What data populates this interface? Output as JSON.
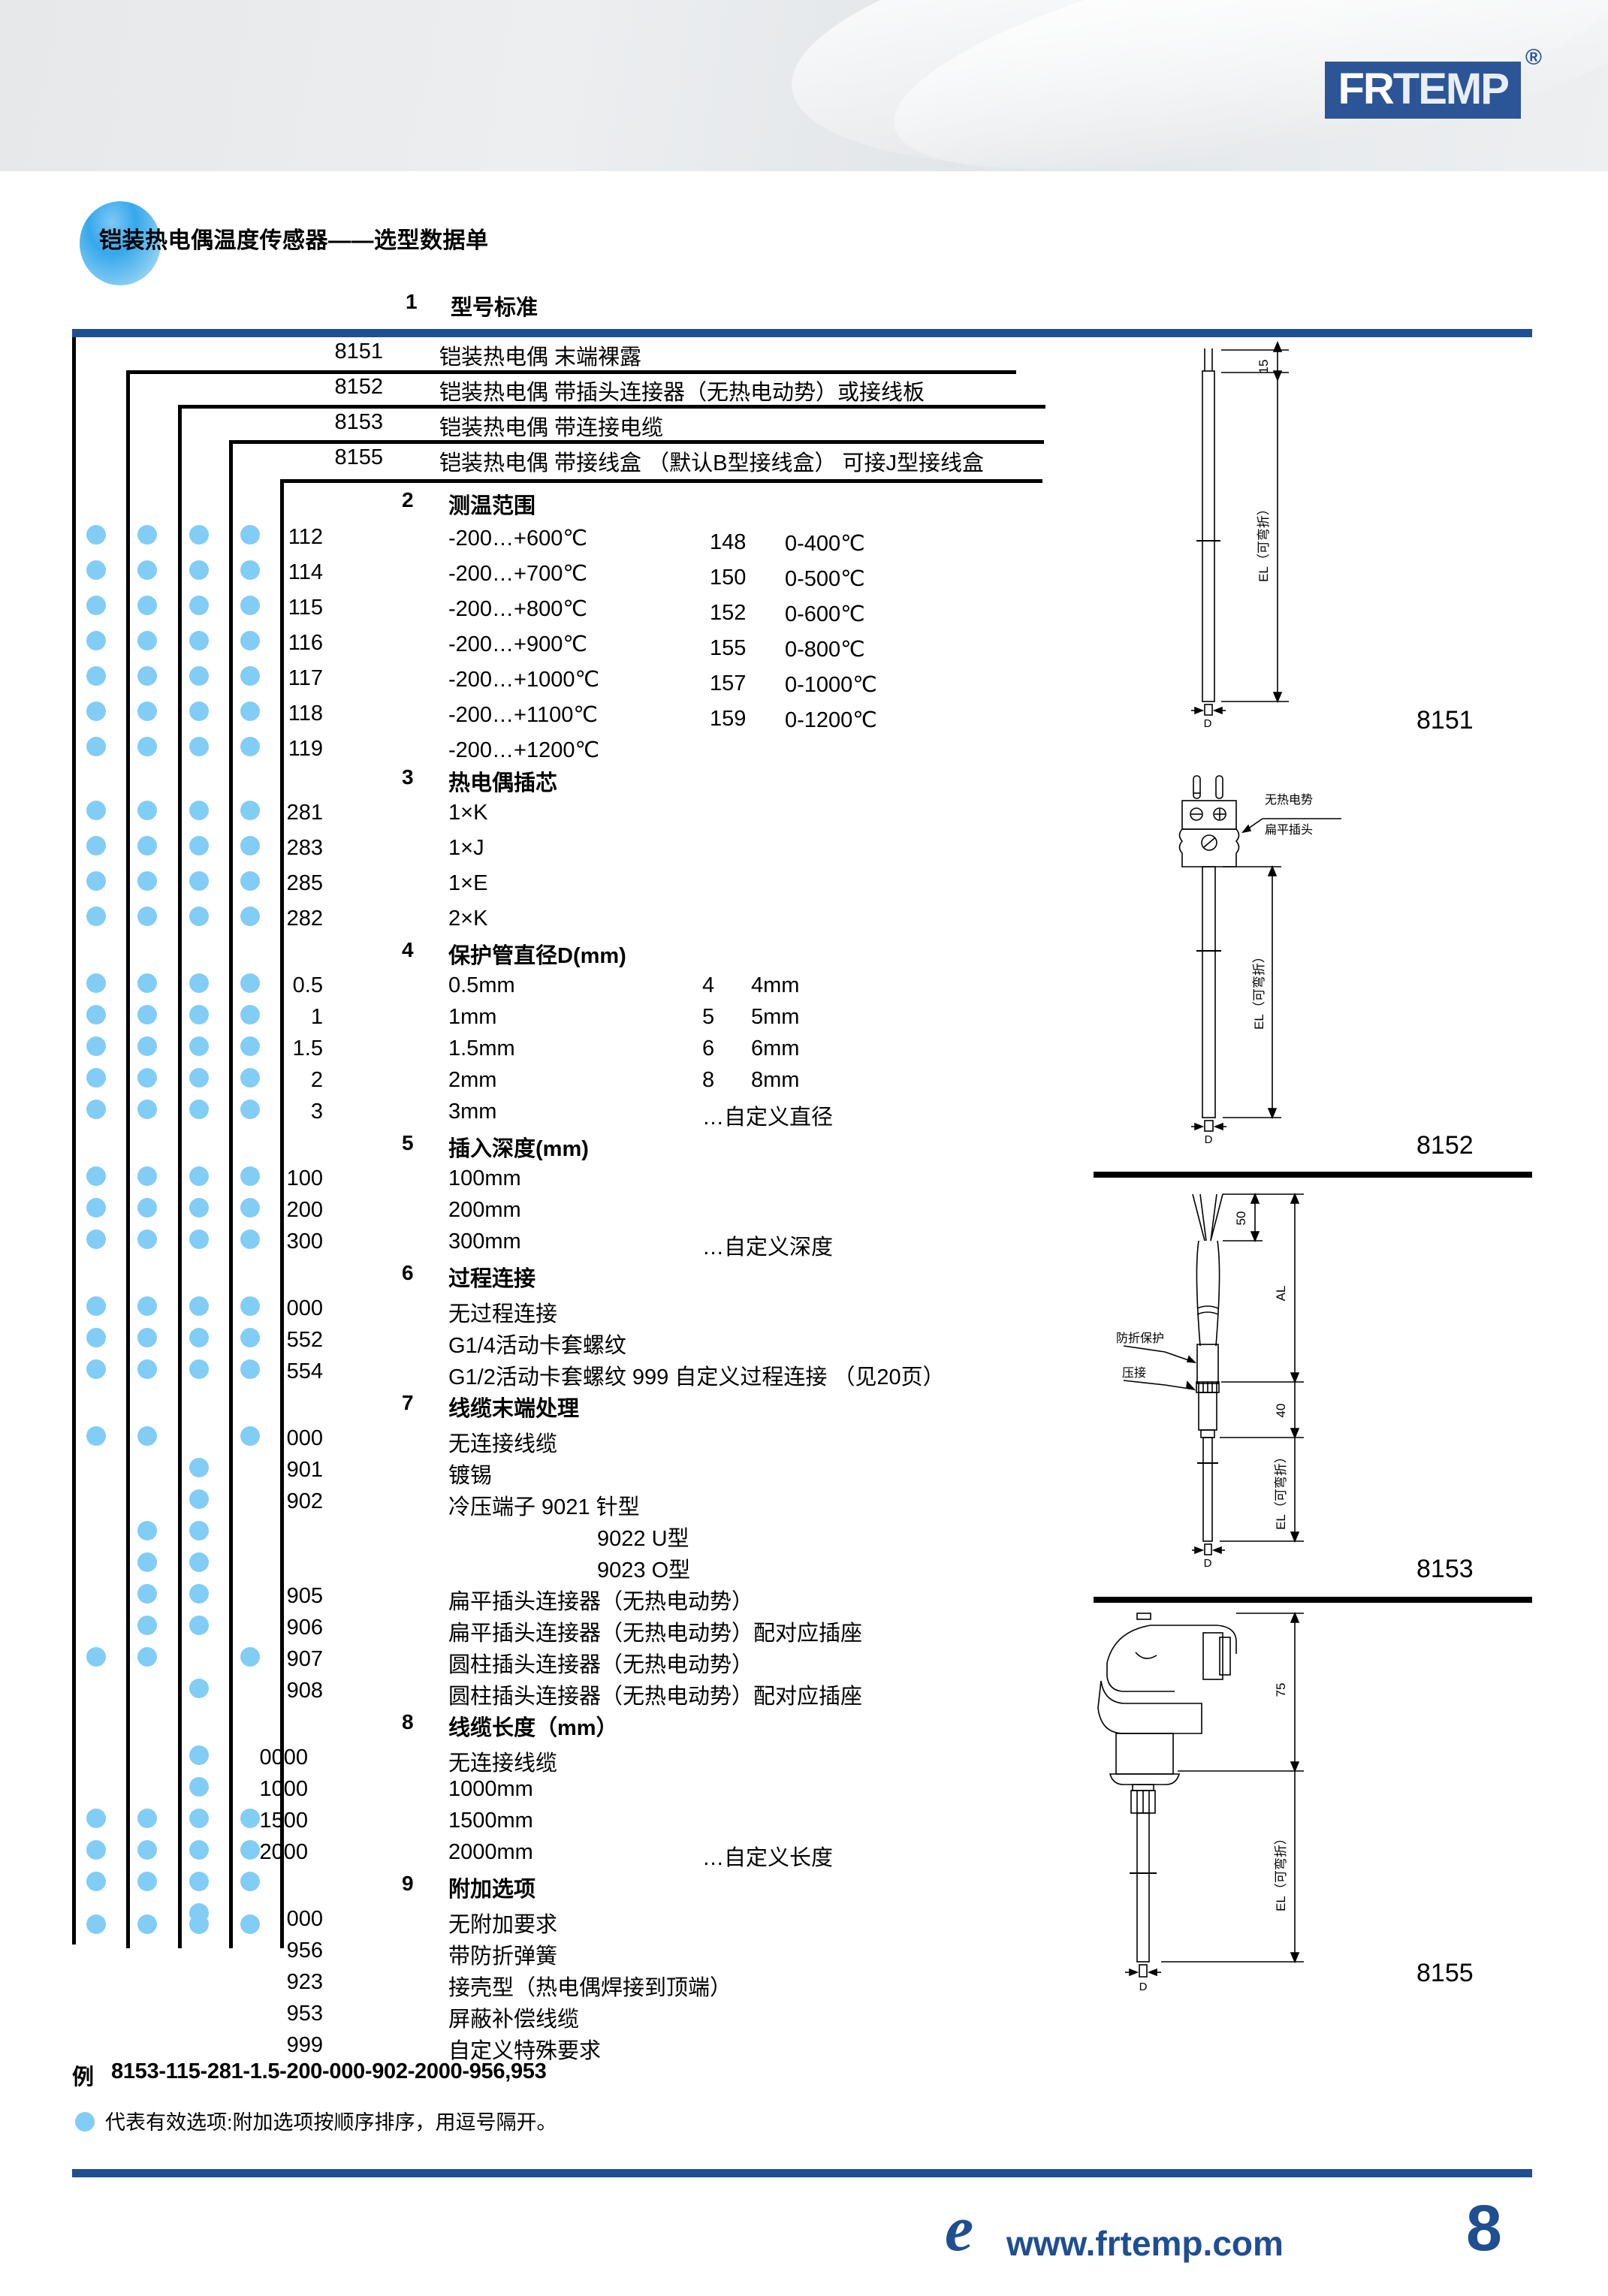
{
  "header": {
    "logo_fr": "FR",
    "logo_temp": "TEMP",
    "logo_reg": "®"
  },
  "title": "铠装热电偶温度传感器——选型数据单",
  "section1": {
    "number": "1",
    "heading": "型号标准",
    "rows": [
      {
        "code": "8151",
        "desc": "铠装热电偶 末端裸露"
      },
      {
        "code": "8152",
        "desc": "铠装热电偶 带插头连接器（无热电动势）或接线板"
      },
      {
        "code": "8153",
        "desc": "铠装热电偶 带连接电缆"
      },
      {
        "code": "8155",
        "desc": "铠装热电偶 带接线盒 （默认B型接线盒） 可接J型接线盒"
      }
    ]
  },
  "section2": {
    "number": "2",
    "heading": "测温范围",
    "left": [
      {
        "code": "112",
        "desc": "-200…+600℃"
      },
      {
        "code": "114",
        "desc": "-200…+700℃"
      },
      {
        "code": "115",
        "desc": "-200…+800℃"
      },
      {
        "code": "116",
        "desc": "-200…+900℃"
      },
      {
        "code": "117",
        "desc": "-200…+1000℃"
      },
      {
        "code": "118",
        "desc": "-200…+1100℃"
      },
      {
        "code": "119",
        "desc": "-200…+1200℃"
      }
    ],
    "right": [
      {
        "code": "148",
        "desc": "0-400℃"
      },
      {
        "code": "150",
        "desc": "0-500℃"
      },
      {
        "code": "152",
        "desc": "0-600℃"
      },
      {
        "code": "155",
        "desc": "0-800℃"
      },
      {
        "code": "157",
        "desc": "0-1000℃"
      },
      {
        "code": "159",
        "desc": "0-1200℃"
      }
    ]
  },
  "section3": {
    "number": "3",
    "heading": "热电偶插芯",
    "rows": [
      {
        "code": "281",
        "desc": "1×K"
      },
      {
        "code": "283",
        "desc": "1×J"
      },
      {
        "code": "285",
        "desc": "1×E"
      },
      {
        "code": "282",
        "desc": "2×K"
      }
    ]
  },
  "section4": {
    "number": "4",
    "heading": "保护管直径D(mm)",
    "left": [
      {
        "code": "0.5",
        "desc": "0.5mm"
      },
      {
        "code": "1",
        "desc": "1mm"
      },
      {
        "code": "1.5",
        "desc": "1.5mm"
      },
      {
        "code": "2",
        "desc": "2mm"
      },
      {
        "code": "3",
        "desc": "3mm"
      }
    ],
    "right": [
      {
        "code": "4",
        "desc": "4mm"
      },
      {
        "code": "5",
        "desc": "5mm"
      },
      {
        "code": "6",
        "desc": "6mm"
      },
      {
        "code": "8",
        "desc": "8mm"
      },
      {
        "code": "",
        "desc": "…自定义直径"
      }
    ]
  },
  "section5": {
    "number": "5",
    "heading": "插入深度(mm)",
    "rows": [
      {
        "code": "100",
        "desc": "100mm",
        "extra": ""
      },
      {
        "code": "200",
        "desc": "200mm",
        "extra": ""
      },
      {
        "code": "300",
        "desc": "300mm",
        "extra": "…自定义深度"
      }
    ]
  },
  "section6": {
    "number": "6",
    "heading": "过程连接",
    "rows": [
      {
        "code": "000",
        "desc": "无过程连接"
      },
      {
        "code": "552",
        "desc": "G1/4活动卡套螺纹"
      },
      {
        "code": "554",
        "desc": "G1/2活动卡套螺纹  999 自定义过程连接 （见20页）"
      }
    ]
  },
  "section7": {
    "number": "7",
    "heading": "线缆末端处理",
    "rows": [
      {
        "code": "000",
        "desc": "无连接线缆"
      },
      {
        "code": "901",
        "desc": "镀锡"
      },
      {
        "code": "902",
        "desc": "冷压端子   9021 针型"
      },
      {
        "code": "",
        "desc": "9022 U型"
      },
      {
        "code": "",
        "desc": "9023 O型"
      },
      {
        "code": "905",
        "desc": "扁平插头连接器（无热电动势）"
      },
      {
        "code": "906",
        "desc": "扁平插头连接器（无热电动势）配对应插座"
      },
      {
        "code": "907",
        "desc": "圆柱插头连接器（无热电动势）"
      },
      {
        "code": "908",
        "desc": "圆柱插头连接器（无热电动势）配对应插座"
      }
    ]
  },
  "section8": {
    "number": "8",
    "heading": "线缆长度（mm）",
    "rows": [
      {
        "code": "0000",
        "desc": "无连接线缆",
        "extra": ""
      },
      {
        "code": "1000",
        "desc": "1000mm",
        "extra": ""
      },
      {
        "code": "1500",
        "desc": "1500mm",
        "extra": ""
      },
      {
        "code": "2000",
        "desc": "2000mm",
        "extra": "…自定义长度"
      }
    ]
  },
  "section9": {
    "number": "9",
    "heading": "附加选项",
    "rows": [
      {
        "code": "000",
        "desc": "无附加要求"
      },
      {
        "code": "956",
        "desc": "带防折弹簧"
      },
      {
        "code": "923",
        "desc": "接壳型（热电偶焊接到顶端）"
      },
      {
        "code": "953",
        "desc": "屏蔽补偿线缆"
      },
      {
        "code": "999",
        "desc": "自定义特殊要求"
      }
    ]
  },
  "example": {
    "label": "例",
    "value": "8153-115-281-1.5-200-000-902-2000-956,953"
  },
  "legend": {
    "text": "代表有效选项:附加选项按顺序排序，用逗号隔开。"
  },
  "drawings": [
    {
      "label": "8151",
      "dim_top": "15",
      "dim_side": "EL（可弯折）",
      "dim_d": "D"
    },
    {
      "label": "8152",
      "note1": "无热电势",
      "note2": "扁平插头",
      "dim_side": "EL（可弯折）",
      "dim_d": "D"
    },
    {
      "label": "8153",
      "dim_50": "50",
      "dim_al": "AL",
      "dim_40": "40",
      "note1": "防折保护",
      "note2": "压接",
      "dim_side": "EL（可弯折）",
      "dim_d": "D"
    },
    {
      "label": "8155",
      "dim_75": "75",
      "dim_side": "EL（可弯折）",
      "dim_d": "D"
    }
  ],
  "footer": {
    "url": "www.frtemp.com",
    "page": "8",
    "ie_icon": "e"
  },
  "colors": {
    "brand_blue": "#1f4e91",
    "dot_blue": "#82cdf5",
    "logo_blue": "#2b5596"
  }
}
